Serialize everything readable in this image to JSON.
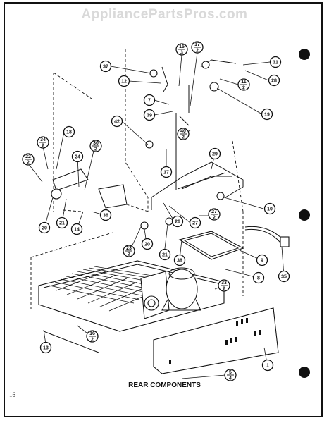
{
  "watermark": "AppliancePartsPros.com",
  "caption": "REAR COMPONENTS",
  "page_number": "16",
  "callouts": [
    {
      "id": "c37",
      "label": "37"
    },
    {
      "id": "c12",
      "label": "12"
    },
    {
      "id": "c15_3",
      "num": "15",
      "den": "3"
    },
    {
      "id": "c17_2top",
      "num": "17",
      "den": "2"
    },
    {
      "id": "c31",
      "label": "31"
    },
    {
      "id": "c28",
      "label": "28"
    },
    {
      "id": "c11_2",
      "num": "11",
      "den": "2"
    },
    {
      "id": "c7",
      "label": "7"
    },
    {
      "id": "c39",
      "label": "39"
    },
    {
      "id": "c19",
      "label": "19"
    },
    {
      "id": "c42",
      "label": "42"
    },
    {
      "id": "c40_2",
      "num": "40",
      "den": "2"
    },
    {
      "id": "c18",
      "label": "18"
    },
    {
      "id": "c34_2",
      "num": "34",
      "den": "2"
    },
    {
      "id": "c22_2",
      "num": "22",
      "den": "2"
    },
    {
      "id": "c24",
      "label": "24"
    },
    {
      "id": "c30_2",
      "num": "30",
      "den": "2"
    },
    {
      "id": "c17",
      "label": "17"
    },
    {
      "id": "c29",
      "label": "29"
    },
    {
      "id": "c10",
      "label": "10"
    },
    {
      "id": "c20a",
      "label": "20"
    },
    {
      "id": "c21a",
      "label": "21"
    },
    {
      "id": "c14",
      "label": "14"
    },
    {
      "id": "c36",
      "label": "36"
    },
    {
      "id": "c27a",
      "label": "27"
    },
    {
      "id": "c27_2",
      "num": "27",
      "den": "2"
    },
    {
      "id": "c26",
      "label": "26"
    },
    {
      "id": "c23_2",
      "num": "23",
      "den": "2"
    },
    {
      "id": "c20b",
      "label": "20"
    },
    {
      "id": "c21b",
      "label": "21"
    },
    {
      "id": "c38",
      "label": "38"
    },
    {
      "id": "c9",
      "label": "9"
    },
    {
      "id": "c8",
      "label": "8"
    },
    {
      "id": "c35",
      "label": "35"
    },
    {
      "id": "c33_2",
      "num": "33",
      "den": "2"
    },
    {
      "id": "c16_2",
      "num": "16",
      "den": "2"
    },
    {
      "id": "c13",
      "label": "13"
    },
    {
      "id": "c1",
      "label": "1"
    },
    {
      "id": "c5_4",
      "num": "5",
      "den": "4"
    }
  ]
}
